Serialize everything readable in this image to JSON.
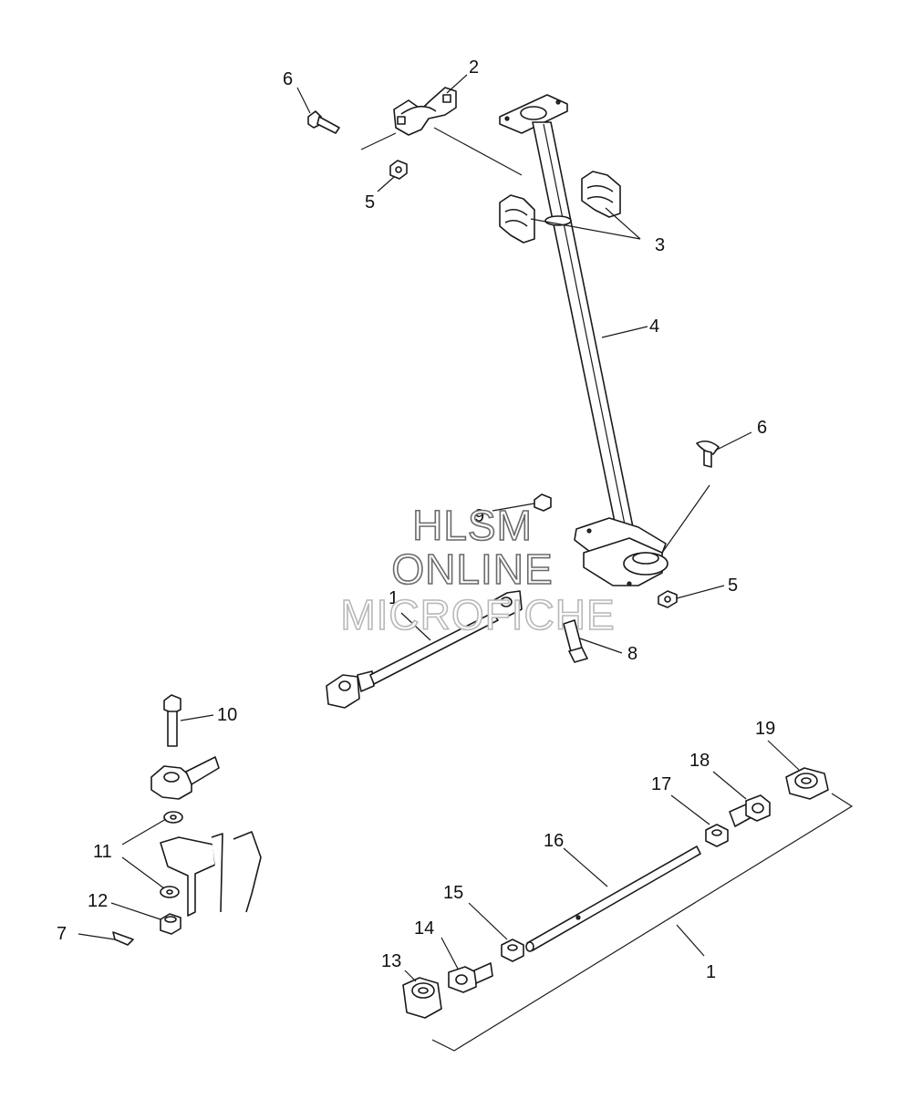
{
  "callouts": {
    "c1_upper": "1",
    "c1_lower": "1",
    "c2": "2",
    "c3": "3",
    "c4": "4",
    "c5_upper": "5",
    "c5_lower": "5",
    "c6_upper": "6",
    "c6_lower": "6",
    "c7": "7",
    "c8": "8",
    "c9": "9",
    "c10": "10",
    "c11": "11",
    "c12": "12",
    "c13": "13",
    "c14": "14",
    "c15": "15",
    "c16": "16",
    "c17": "17",
    "c18": "18",
    "c19": "19"
  },
  "watermark": {
    "line1": "HLSM",
    "line2": "ONLINE",
    "line3": "MICROFICHE"
  }
}
